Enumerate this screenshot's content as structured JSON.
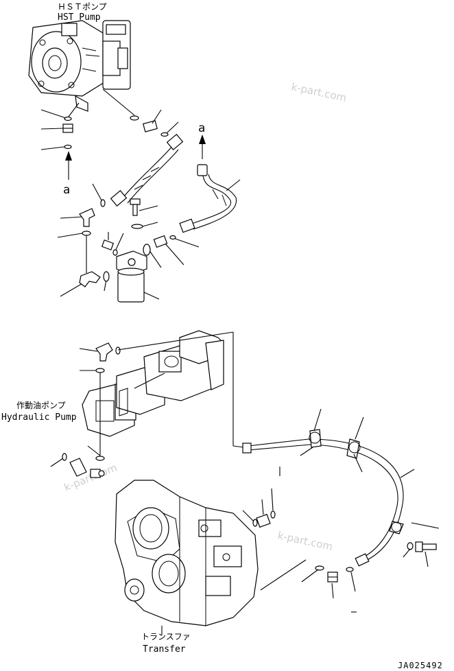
{
  "labels": {
    "hst_pump_jp": "ＨＳＴポンプ",
    "hst_pump_en": "HST Pump",
    "hydraulic_pump_jp": "作動油ポンプ",
    "hydraulic_pump_en": "Hydraulic Pump",
    "transfer_jp": "トランスファ",
    "transfer_en": "Transfer",
    "view_mark_a_1": "a",
    "view_mark_a_2": "a"
  },
  "watermarks": [
    "k-part.com",
    "k-part.com",
    "k-part.com"
  ],
  "drawing_code": "JA025492"
}
